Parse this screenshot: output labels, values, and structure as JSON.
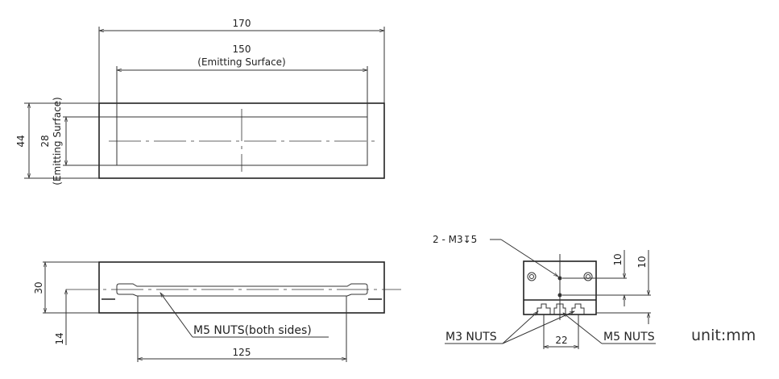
{
  "top_view": {
    "dim_total_length": "170",
    "dim_emitting_length": "150",
    "emitting_surface_label": "(Emitting Surface)",
    "dim_total_width": "44",
    "dim_emitting_width": "28",
    "emitting_surface_label_vertical": "(Emitting Surface)"
  },
  "side_view": {
    "dim_height": "30",
    "dim_nut_height": "14",
    "dim_nut_spacing": "125",
    "nuts_label": "M5 NUTS(both sides)"
  },
  "end_view": {
    "hole_label": "2 - M3↧5",
    "dim_hole_1": "10",
    "dim_hole_2": "10",
    "dim_slot_spacing": "22",
    "m3_label": "M3 NUTS",
    "m5_label": "M5 NUTS"
  },
  "unit_label": "unit:mm"
}
